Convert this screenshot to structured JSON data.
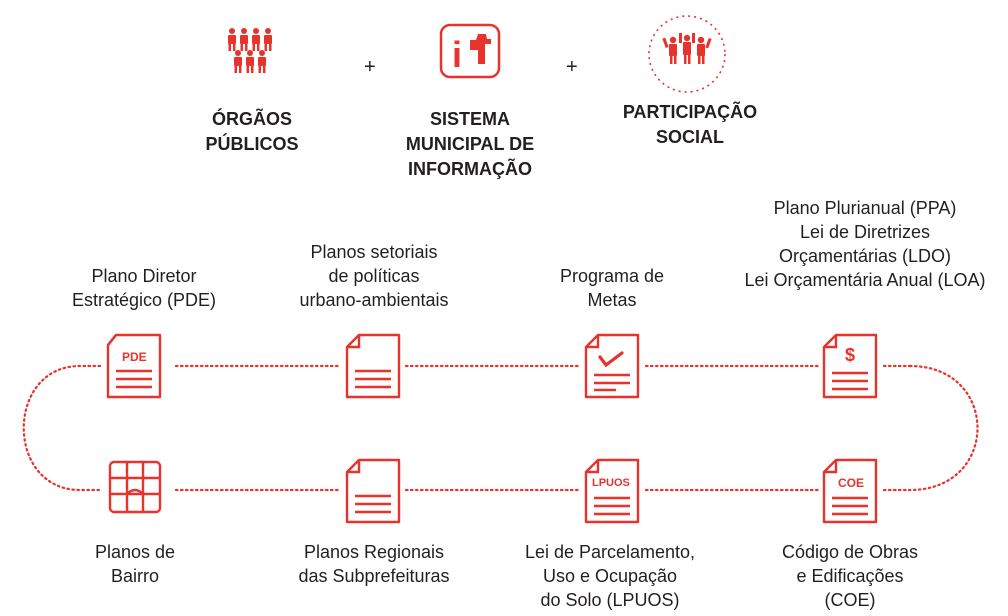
{
  "top": {
    "orgaos": [
      "ÓRGÃOS",
      "PÚBLICOS"
    ],
    "sistema": [
      "SISTEMA",
      "MUNICIPAL DE",
      "INFORMAÇÃO"
    ],
    "participacao": [
      "PARTICIPAÇÃO",
      "SOCIAL"
    ],
    "plus": "+",
    "logo_text": "i"
  },
  "upper_row": {
    "pde": [
      "Plano Diretor",
      "Estratégico (PDE)"
    ],
    "setoriais": [
      "Planos setoriais",
      "de políticas",
      "urbano-ambientais"
    ],
    "metas": [
      "Programa de",
      "Metas"
    ],
    "orcamento": [
      "Plano Plurianual (PPA)",
      "Lei de Diretrizes",
      "Orçamentárias (LDO)",
      "Lei Orçamentária Anual (LOA)"
    ]
  },
  "lower_row": {
    "bairro": [
      "Planos de",
      "Bairro"
    ],
    "regionais": [
      "Planos Regionais",
      "das Subprefeituras"
    ],
    "lpuos": [
      "Lei de Parcelamento,",
      "Uso e Ocupação",
      "do Solo (LPUOS)"
    ],
    "coe": [
      "Código de Obras",
      "e Edificações",
      "(COE)"
    ]
  },
  "doc_tags": {
    "pde": "PDE",
    "lpuos": "LPUOS",
    "coe": "COE",
    "dollar": "$"
  },
  "colors": {
    "accent": "#e8322c",
    "text": "#231f20"
  }
}
